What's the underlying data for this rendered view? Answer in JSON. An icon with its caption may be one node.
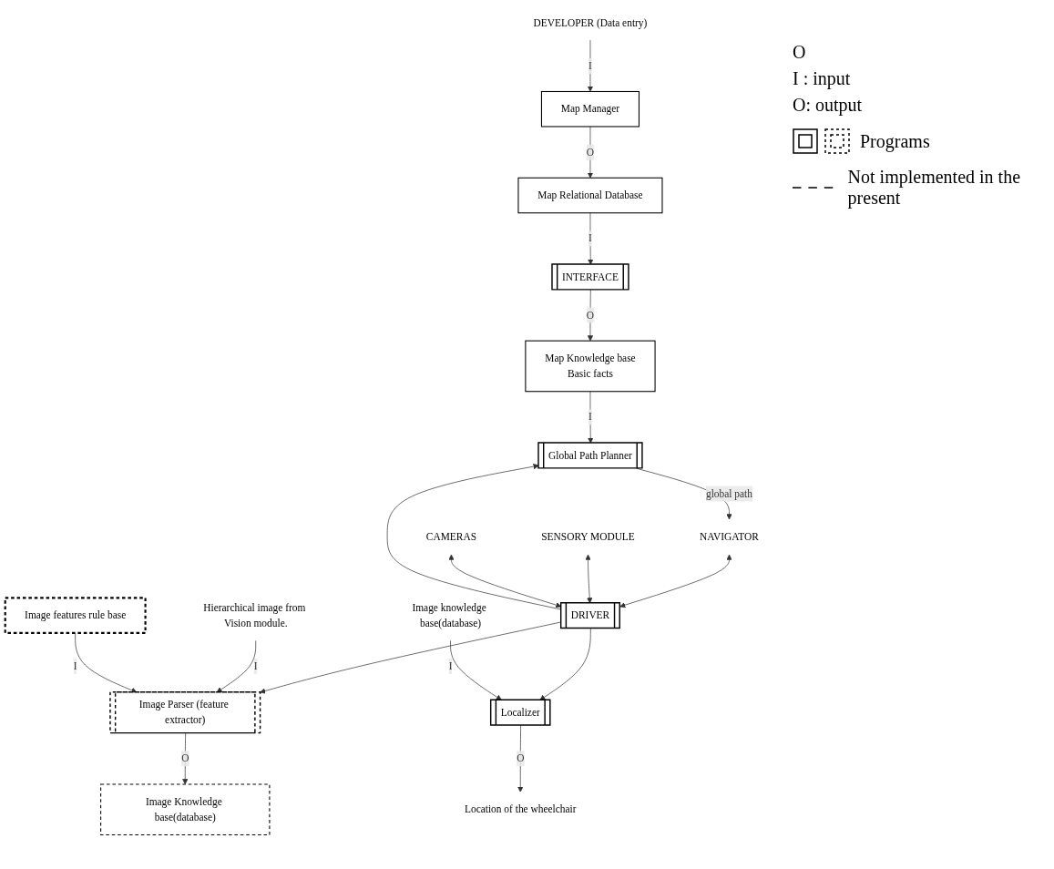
{
  "diagram": {
    "nodes": [
      {
        "text": [
          "DEVELOPER (Data entry)"
        ]
      },
      {
        "text": [
          "NAVIGATOR"
        ]
      },
      {
        "text": [
          "SENSORY MODULE"
        ]
      },
      {
        "text": [
          "CAMERAS"
        ]
      },
      {
        "text": [
          "DRIVER"
        ]
      },
      {
        "text": [
          "Hierarchical image from Vision module."
        ]
      },
      {
        "text": [
          "Image knowledge base(database)"
        ]
      },
      {
        "text": [
          "Map Manager"
        ]
      },
      {
        "text": [
          "Global Path Planner"
        ]
      },
      {
        "text": [
          "Image Parser (feature extractor)"
        ]
      },
      {
        "text": [
          "Localizer"
        ]
      },
      {
        "text": [
          "Map Relational Database"
        ]
      },
      {
        "text": [
          "Image Knowledge base(database)"
        ]
      },
      {
        "text": [
          "Image features rule base"
        ]
      },
      {
        "text": [
          "Location of the wheelchair"
        ]
      },
      {
        "text": [
          "INTERFACE"
        ]
      },
      {
        "text": [
          "Map Knowledge base",
          "Basic facts"
        ]
      }
    ],
    "edges": [
      {
        "from": 0,
        "to": 7,
        "arrow": "to",
        "label": "I"
      },
      {
        "from": 8,
        "to": 1,
        "arrow": "to",
        "label": "global path"
      },
      {
        "from": 1,
        "to": 4,
        "arrow": "both"
      },
      {
        "from": 2,
        "to": 4,
        "arrow": "both"
      },
      {
        "from": 3,
        "to": 4,
        "arrow": "both"
      },
      {
        "from": 4,
        "to": 8,
        "arrow": "to"
      },
      {
        "from": 4,
        "to": 9,
        "arrow": "to"
      },
      {
        "from": 4,
        "to": 10,
        "arrow": "to"
      },
      {
        "from": 5,
        "to": 9,
        "arrow": "to",
        "label": "I"
      },
      {
        "from": 6,
        "to": 10,
        "arrow": "to",
        "label": "I"
      },
      {
        "from": 7,
        "to": 11,
        "arrow": "to",
        "label": "O"
      },
      {
        "from": 11,
        "to": 15,
        "arrow": "to",
        "label": "I"
      },
      {
        "from": 16,
        "to": 8,
        "arrow": "to",
        "label": "I"
      },
      {
        "from": 15,
        "to": 16,
        "arrow": "to",
        "label": "O"
      },
      {
        "from": 9,
        "to": 12,
        "arrow": "to",
        "label": "O"
      },
      {
        "from": 13,
        "to": 9,
        "arrow": "to",
        "label": "I"
      },
      {
        "from": 10,
        "to": 14,
        "arrow": "to",
        "label": "O"
      }
    ],
    "labels": [
      "O",
      "I : input",
      "O: output"
    ],
    "legend": [
      {
        "text": "Programs"
      },
      {
        "text": "Not implemented in the present"
      }
    ]
  }
}
